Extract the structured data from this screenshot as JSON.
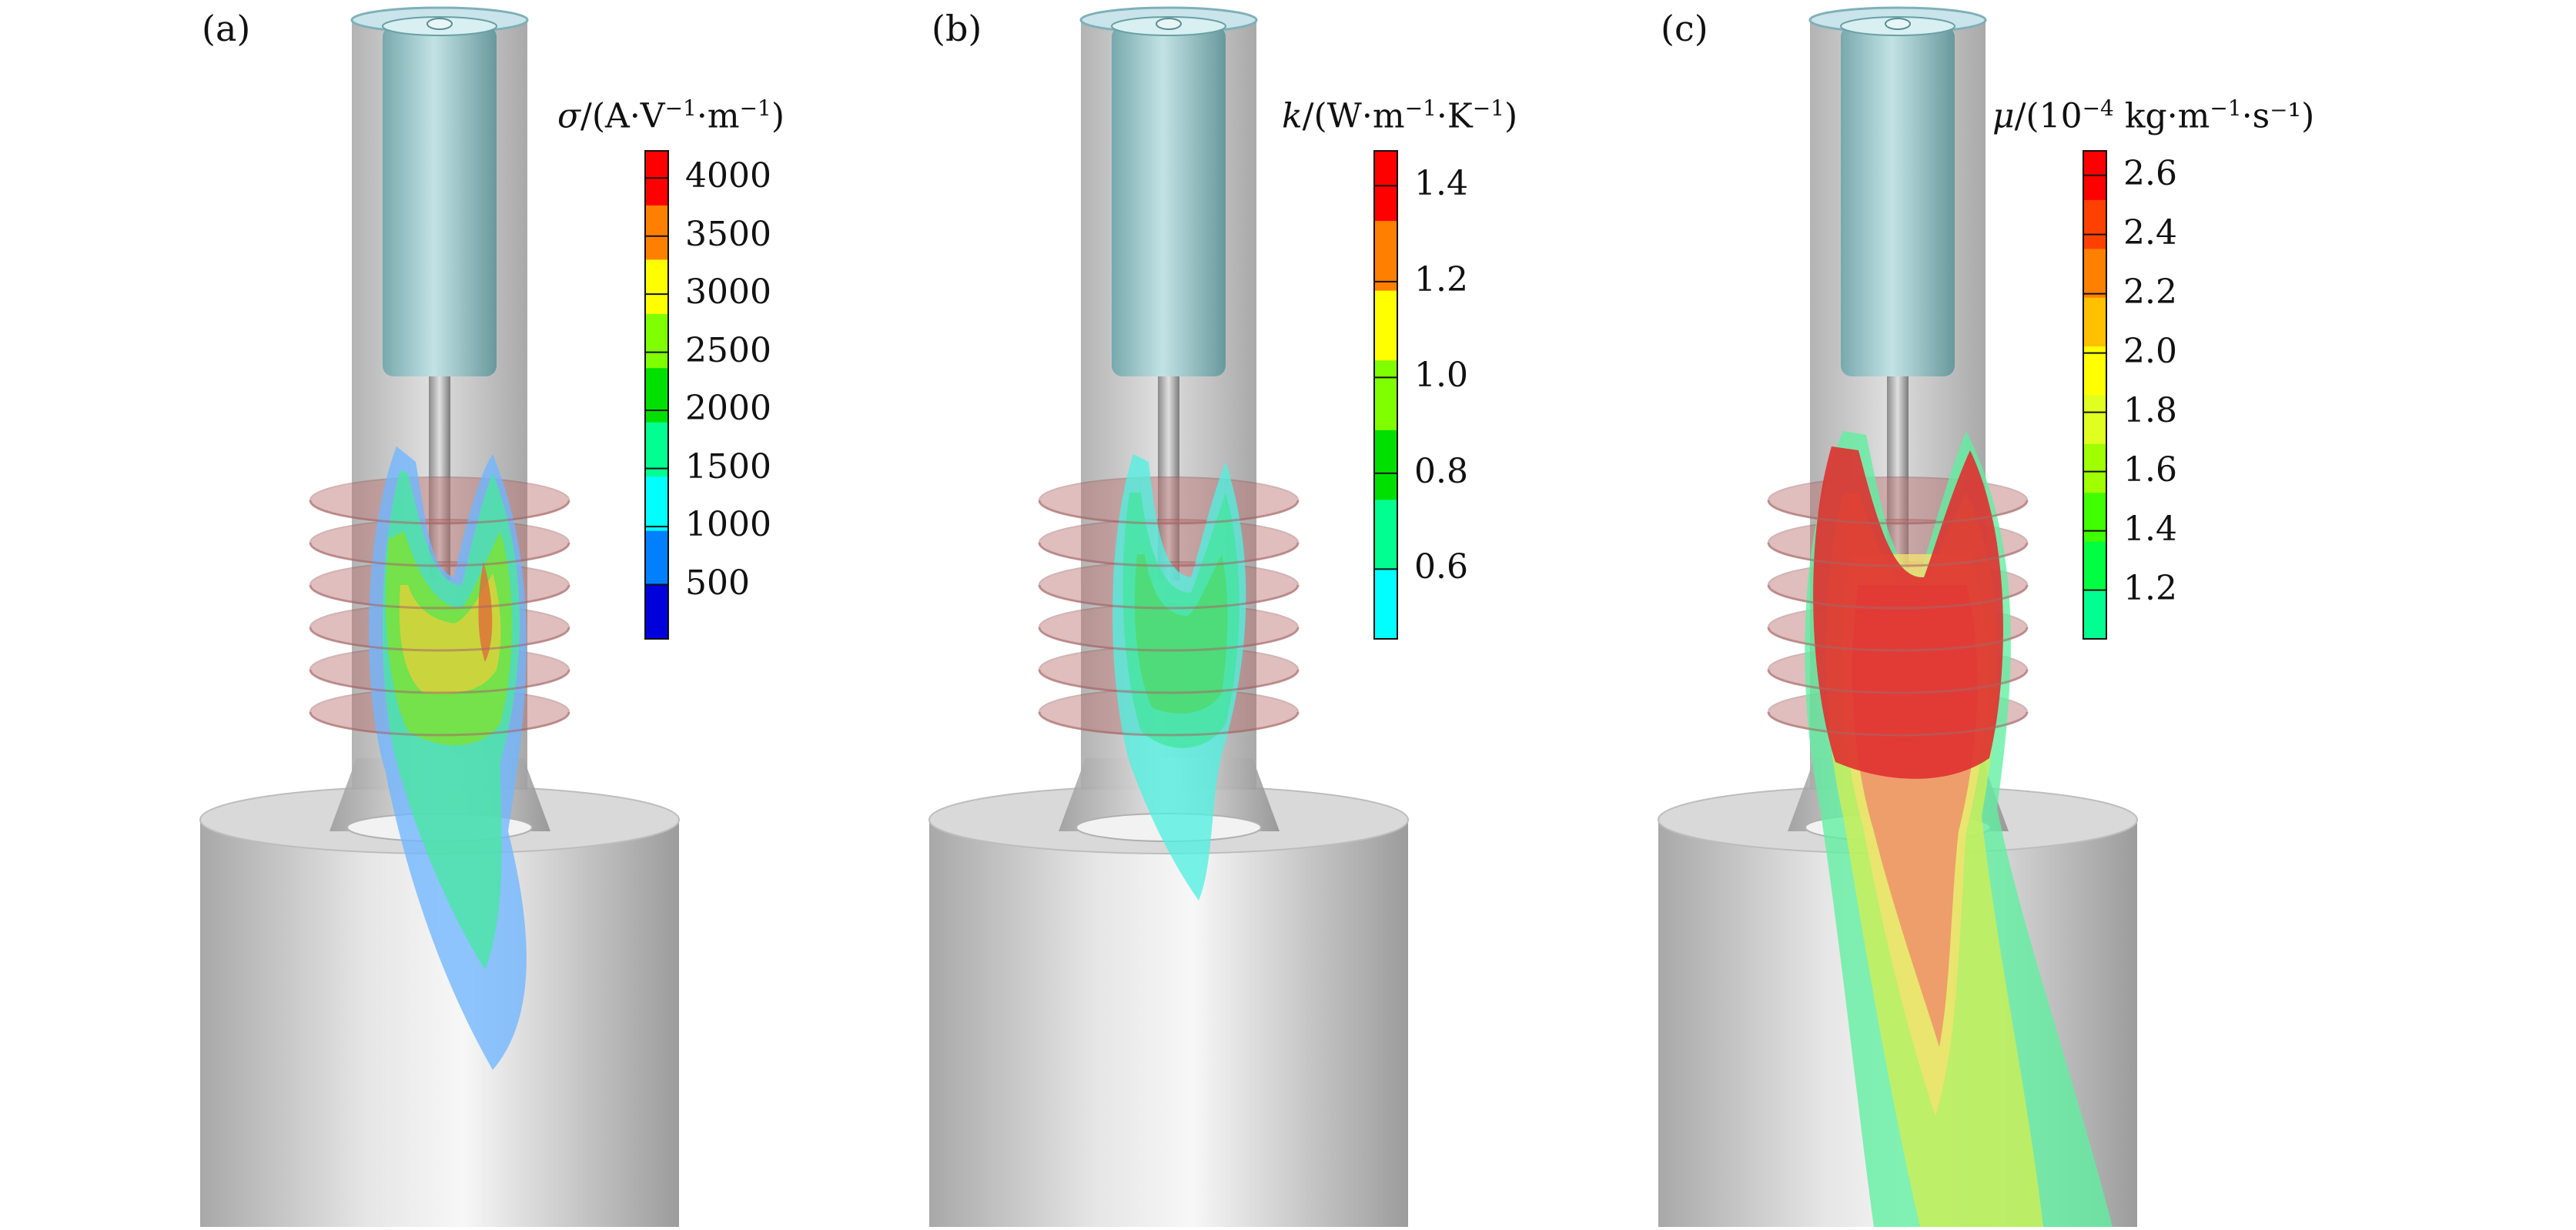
{
  "panels": [
    {
      "label": "(a)",
      "colorbar": {
        "symbol": "σ",
        "unit_prefix": "/(A·V",
        "unit_sup1": "−1",
        "unit_mid": "·m",
        "unit_sup2": "−1",
        "unit_suffix": ")",
        "ticks": [
          "4000",
          "3500",
          "3000",
          "2500",
          "2000",
          "1500",
          "1000",
          "500"
        ],
        "colors": [
          "#0000dd",
          "#0080ff",
          "#00ffff",
          "#00ff90",
          "#00e000",
          "#80ff00",
          "#ffff00",
          "#ff8000",
          "#ff0000"
        ]
      },
      "plume_colors": [
        "#6fb6ff",
        "#48e8a0",
        "#7fe32e",
        "#e2d13a",
        "#e06a3a"
      ]
    },
    {
      "label": "(b)",
      "colorbar": {
        "symbol": "k",
        "unit_prefix": "/(W·m",
        "unit_sup1": "−1",
        "unit_mid": "·K",
        "unit_sup2": "−1",
        "unit_suffix": ")",
        "ticks": [
          "1.4",
          "1.2",
          "1.0",
          "0.8",
          "0.6"
        ],
        "colors": [
          "#00ffff",
          "#00ff90",
          "#00e000",
          "#80ff00",
          "#ffff00",
          "#ff8000",
          "#ff0000"
        ]
      },
      "plume_colors": [
        "#52f0e0",
        "#44e6a0",
        "#4fd86a"
      ]
    },
    {
      "label": "(c)",
      "colorbar": {
        "symbol": "μ",
        "unit_prefix": "/(10",
        "unit_sup1": "−4",
        "unit_mid": " kg·m",
        "unit_sup2": "−1",
        "unit_suffix": "·s⁻¹)",
        "ticks": [
          "2.6",
          "2.4",
          "2.2",
          "2.0",
          "1.8",
          "1.6",
          "1.4",
          "1.2"
        ],
        "colors": [
          "#00ff90",
          "#00ff40",
          "#40ff00",
          "#a0ff00",
          "#e0ff20",
          "#ffff00",
          "#ffc000",
          "#ff8000",
          "#ff4000",
          "#ff0000"
        ]
      },
      "plume_colors": [
        "#5ff0a0",
        "#cfee55",
        "#f5e270",
        "#f08a6a",
        "#e03030"
      ]
    }
  ]
}
